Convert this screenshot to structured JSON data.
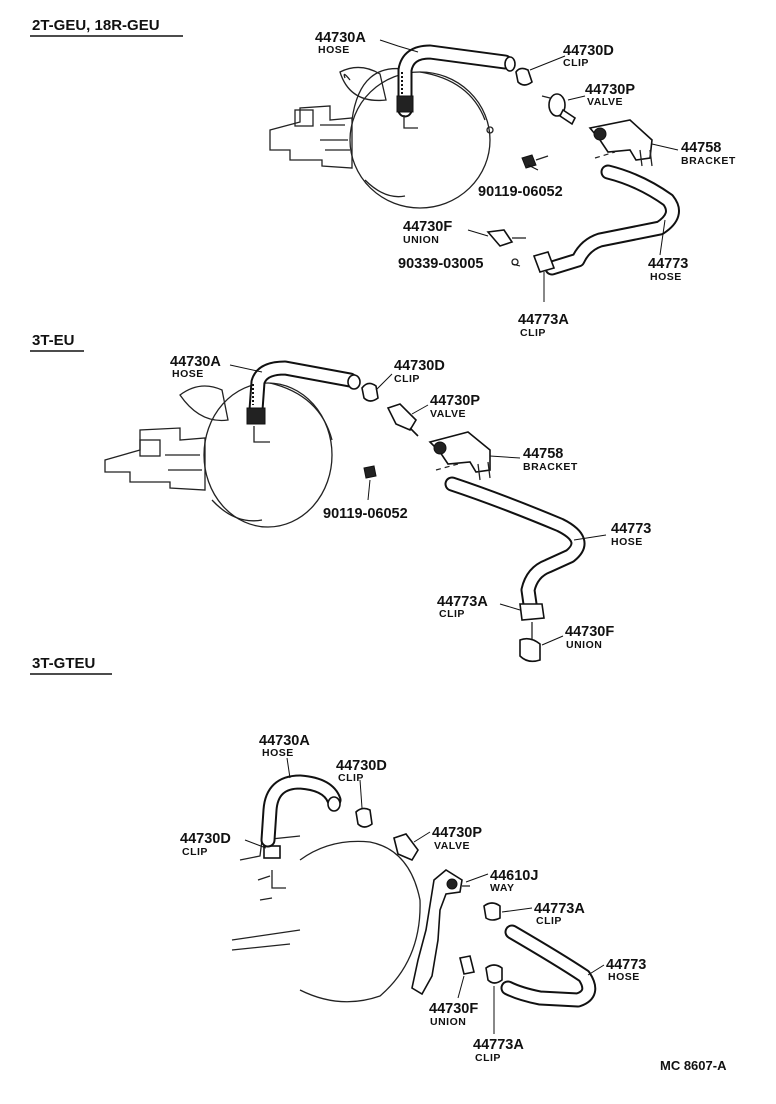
{
  "sections": [
    {
      "title": "2T-GEU, 18R-GEU",
      "parts": [
        {
          "number": "44730A",
          "name": "HOSE"
        },
        {
          "number": "44730D",
          "name": "CLIP"
        },
        {
          "number": "44730P",
          "name": "VALVE"
        },
        {
          "number": "44758",
          "name": "BRACKET"
        },
        {
          "number": "90119-06052",
          "name": ""
        },
        {
          "number": "44730F",
          "name": "UNION"
        },
        {
          "number": "90339-03005",
          "name": ""
        },
        {
          "number": "44773",
          "name": "HOSE"
        },
        {
          "number": "44773A",
          "name": "CLIP"
        }
      ]
    },
    {
      "title": "3T-EU",
      "parts": [
        {
          "number": "44730A",
          "name": "HOSE"
        },
        {
          "number": "44730D",
          "name": "CLIP"
        },
        {
          "number": "44730P",
          "name": "VALVE"
        },
        {
          "number": "44758",
          "name": "BRACKET"
        },
        {
          "number": "90119-06052",
          "name": ""
        },
        {
          "number": "44773",
          "name": "HOSE"
        },
        {
          "number": "44773A",
          "name": "CLIP"
        },
        {
          "number": "44730F",
          "name": "UNION"
        }
      ]
    },
    {
      "title": "3T-GTEU",
      "parts": [
        {
          "number": "44730A",
          "name": "HOSE"
        },
        {
          "number": "44730D",
          "name": "CLIP"
        },
        {
          "number": "44730D",
          "name": "CLIP"
        },
        {
          "number": "44730P",
          "name": "VALVE"
        },
        {
          "number": "44610J",
          "name": "WAY"
        },
        {
          "number": "44773A",
          "name": "CLIP"
        },
        {
          "number": "44773",
          "name": "HOSE"
        },
        {
          "number": "44730F",
          "name": "UNION"
        },
        {
          "number": "44773A",
          "name": "CLIP"
        }
      ]
    }
  ],
  "footer_code": "MC  8607-A"
}
